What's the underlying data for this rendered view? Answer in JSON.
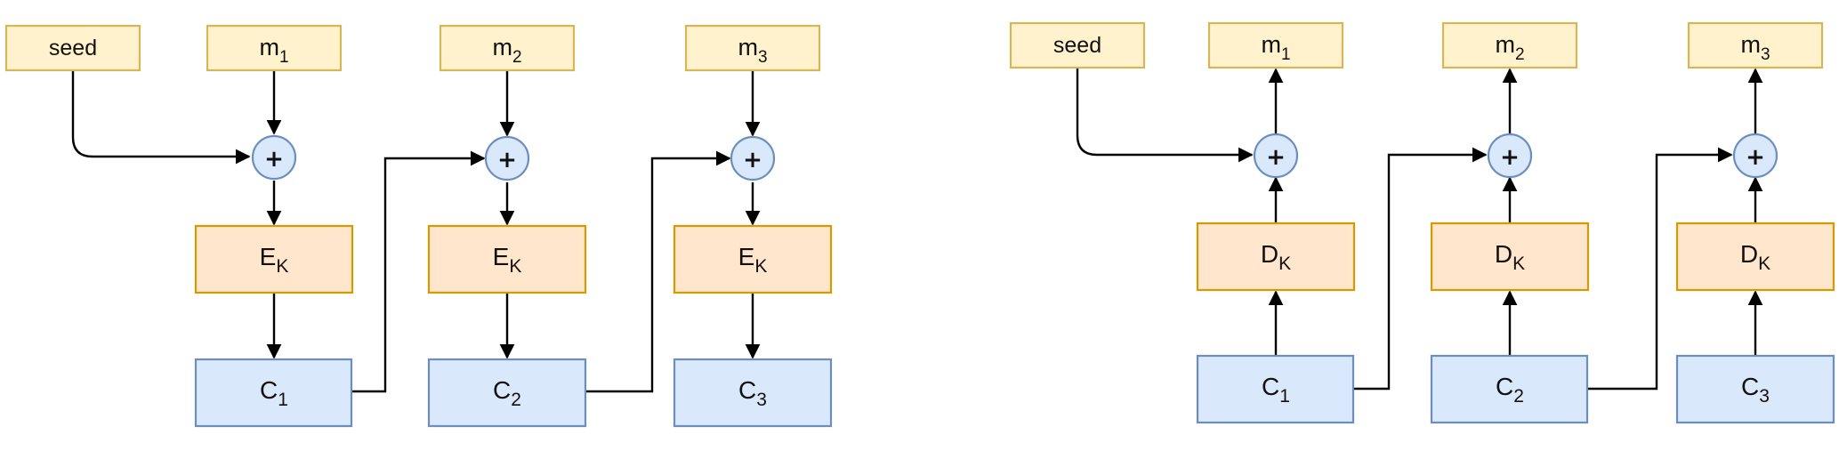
{
  "colors": {
    "label_fill": "#fff2cc",
    "label_stroke": "#d6b656",
    "cipher_fill": "#ffe6cc",
    "cipher_stroke": "#d79b00",
    "block_fill": "#dae8fc",
    "block_stroke": "#6c8ebf",
    "line": "#000000"
  },
  "encryption": {
    "seed": "seed",
    "messages": [
      {
        "base": "m",
        "sub": "1"
      },
      {
        "base": "m",
        "sub": "2"
      },
      {
        "base": "m",
        "sub": "3"
      }
    ],
    "operator": "+",
    "cipher": {
      "base": "E",
      "sub": "K"
    },
    "ciphertexts": [
      {
        "base": "C",
        "sub": "1"
      },
      {
        "base": "C",
        "sub": "2"
      },
      {
        "base": "C",
        "sub": "3"
      }
    ]
  },
  "decryption": {
    "seed": "seed",
    "messages": [
      {
        "base": "m",
        "sub": "1"
      },
      {
        "base": "m",
        "sub": "2"
      },
      {
        "base": "m",
        "sub": "3"
      }
    ],
    "operator": "+",
    "cipher": {
      "base": "D",
      "sub": "K"
    },
    "ciphertexts": [
      {
        "base": "C",
        "sub": "1"
      },
      {
        "base": "C",
        "sub": "2"
      },
      {
        "base": "C",
        "sub": "3"
      }
    ]
  }
}
